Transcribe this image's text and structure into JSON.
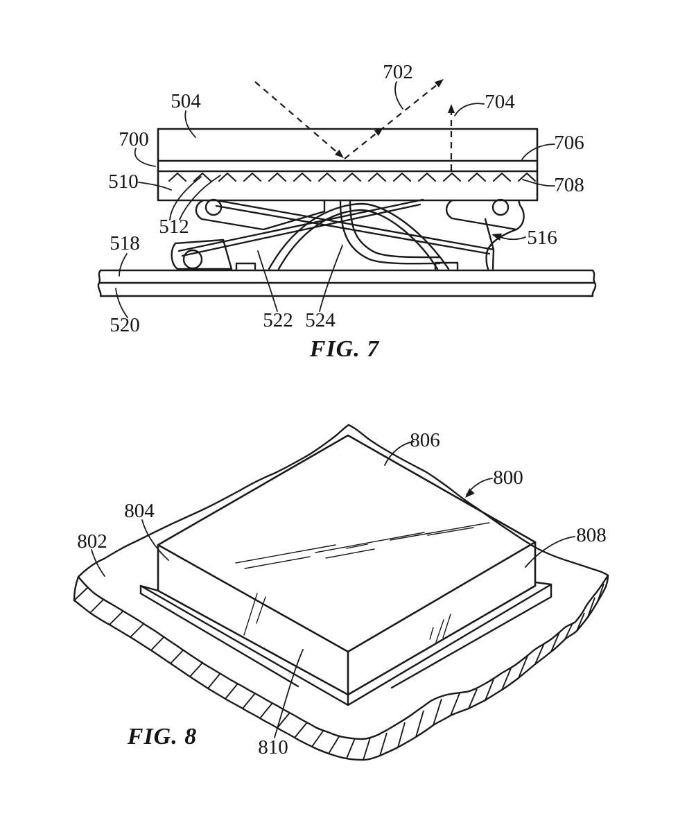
{
  "colors": {
    "ink": "#1a1a1a",
    "background": "#ffffff"
  },
  "figure7": {
    "title": "FIG. 7",
    "labels": {
      "n504": "504",
      "n700": "700",
      "n510": "510",
      "n512": "512",
      "n518": "518",
      "n520": "520",
      "n522": "522",
      "n524": "524",
      "n702": "702",
      "n704": "704",
      "n706": "706",
      "n708": "708",
      "n516": "516"
    }
  },
  "figure8": {
    "title": "FIG. 8",
    "labels": {
      "n806": "806",
      "n800": "800",
      "n804": "804",
      "n802": "802",
      "n808": "808",
      "n810": "810"
    }
  }
}
